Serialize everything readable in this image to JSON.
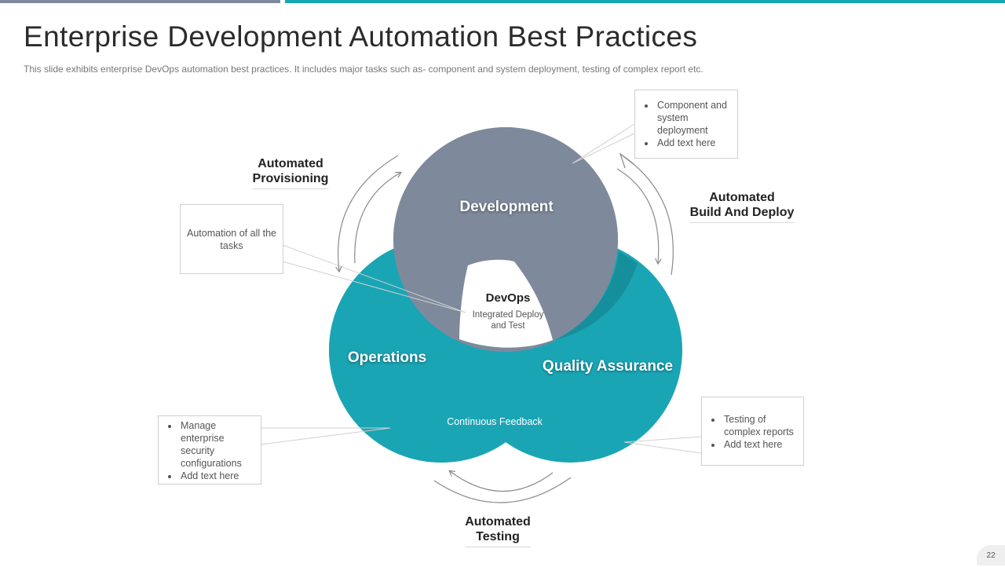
{
  "slide": {
    "title": "Enterprise Development Automation Best Practices",
    "subtitle": "This slide exhibits enterprise  DevOps  automation best practices. It includes major tasks such as-   component  and  system deployment,  testing of complex report  etc.",
    "page_number": "22"
  },
  "circles": {
    "development": "Development",
    "operations": "Operations",
    "quality_assurance": "Quality Assurance"
  },
  "center": {
    "title": "DevOps",
    "subtitle": "Integrated Deploy and Test"
  },
  "overlap_label": "Continuous  Feedback",
  "automation_labels": {
    "provisioning": {
      "line1": "Automated",
      "line2": "Provisioning"
    },
    "build_deploy": {
      "line1": "Automated",
      "line2": "Build And Deploy"
    },
    "testing": {
      "line1": "Automated",
      "line2": "Testing"
    }
  },
  "notes": {
    "development": [
      "Component  and system deployment",
      "Add text here"
    ],
    "automation": "Automation of all the tasks",
    "operations": [
      "Manage enterprise security configurations",
      "Add text here"
    ],
    "qa": [
      "Testing of complex reports",
      "Add text here"
    ]
  },
  "colors": {
    "teal": "#1aa5b5",
    "slate": "#7e8a9b",
    "accent_bar_grey": "#7e8a9b",
    "accent_bar_teal": "#1aa5b5"
  }
}
